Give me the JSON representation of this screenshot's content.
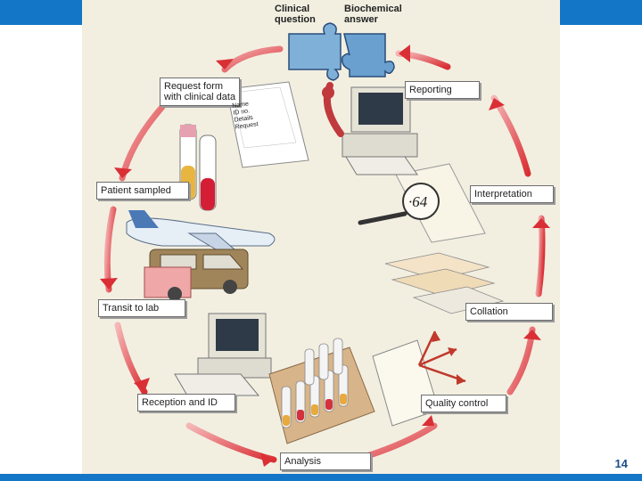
{
  "header": {
    "clinical": "Clinical\nquestion",
    "biochem": "Biochemical\nanswer"
  },
  "steps": {
    "request": "Request form\nwith clinical data",
    "reporting": "Reporting",
    "patient": "Patient sampled",
    "interpretation": "Interpretation",
    "transit": "Transit to lab",
    "collation": "Collation",
    "reception": "Reception and ID",
    "quality": "Quality control",
    "analysis": "Analysis"
  },
  "form_fields": "Name\nID no.\nDetails\nRequest",
  "magnifier_value": "·64",
  "page_number": "14",
  "colors": {
    "bar": "#1476c6",
    "arrow": "#d83a3a",
    "panel": "#f2efe1"
  }
}
